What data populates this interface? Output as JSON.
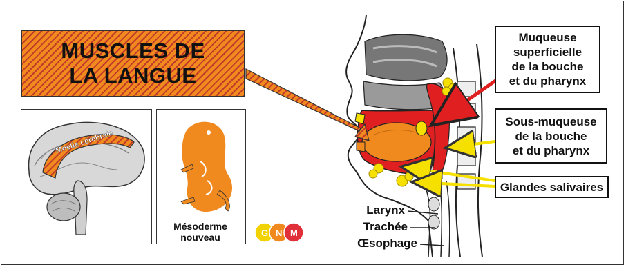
{
  "title": "MUSCLES DE\nLA LANGUE",
  "brain_label": "Moelle cérébrale",
  "embryo_label": "Mésoderme\nnouveau",
  "logo": {
    "letters": [
      "G",
      "N",
      "M"
    ],
    "colors": [
      "#f2d200",
      "#f08a1f",
      "#e0303a"
    ]
  },
  "labels": {
    "muqueuse": "Muqueuse\nsuperficielle\nde la bouche\net du pharynx",
    "sous_muqueuse": "Sous-muqueuse\nde la bouche\net du pharynx",
    "glandes": "Glandes salivaires",
    "larynx": "Larynx",
    "trachee": "Trachée",
    "oesophage": "Œsophage"
  },
  "colors": {
    "orange": "#f08a1f",
    "red": "#e02020",
    "yellow": "#f5e000",
    "dark_red": "#c0392b"
  }
}
